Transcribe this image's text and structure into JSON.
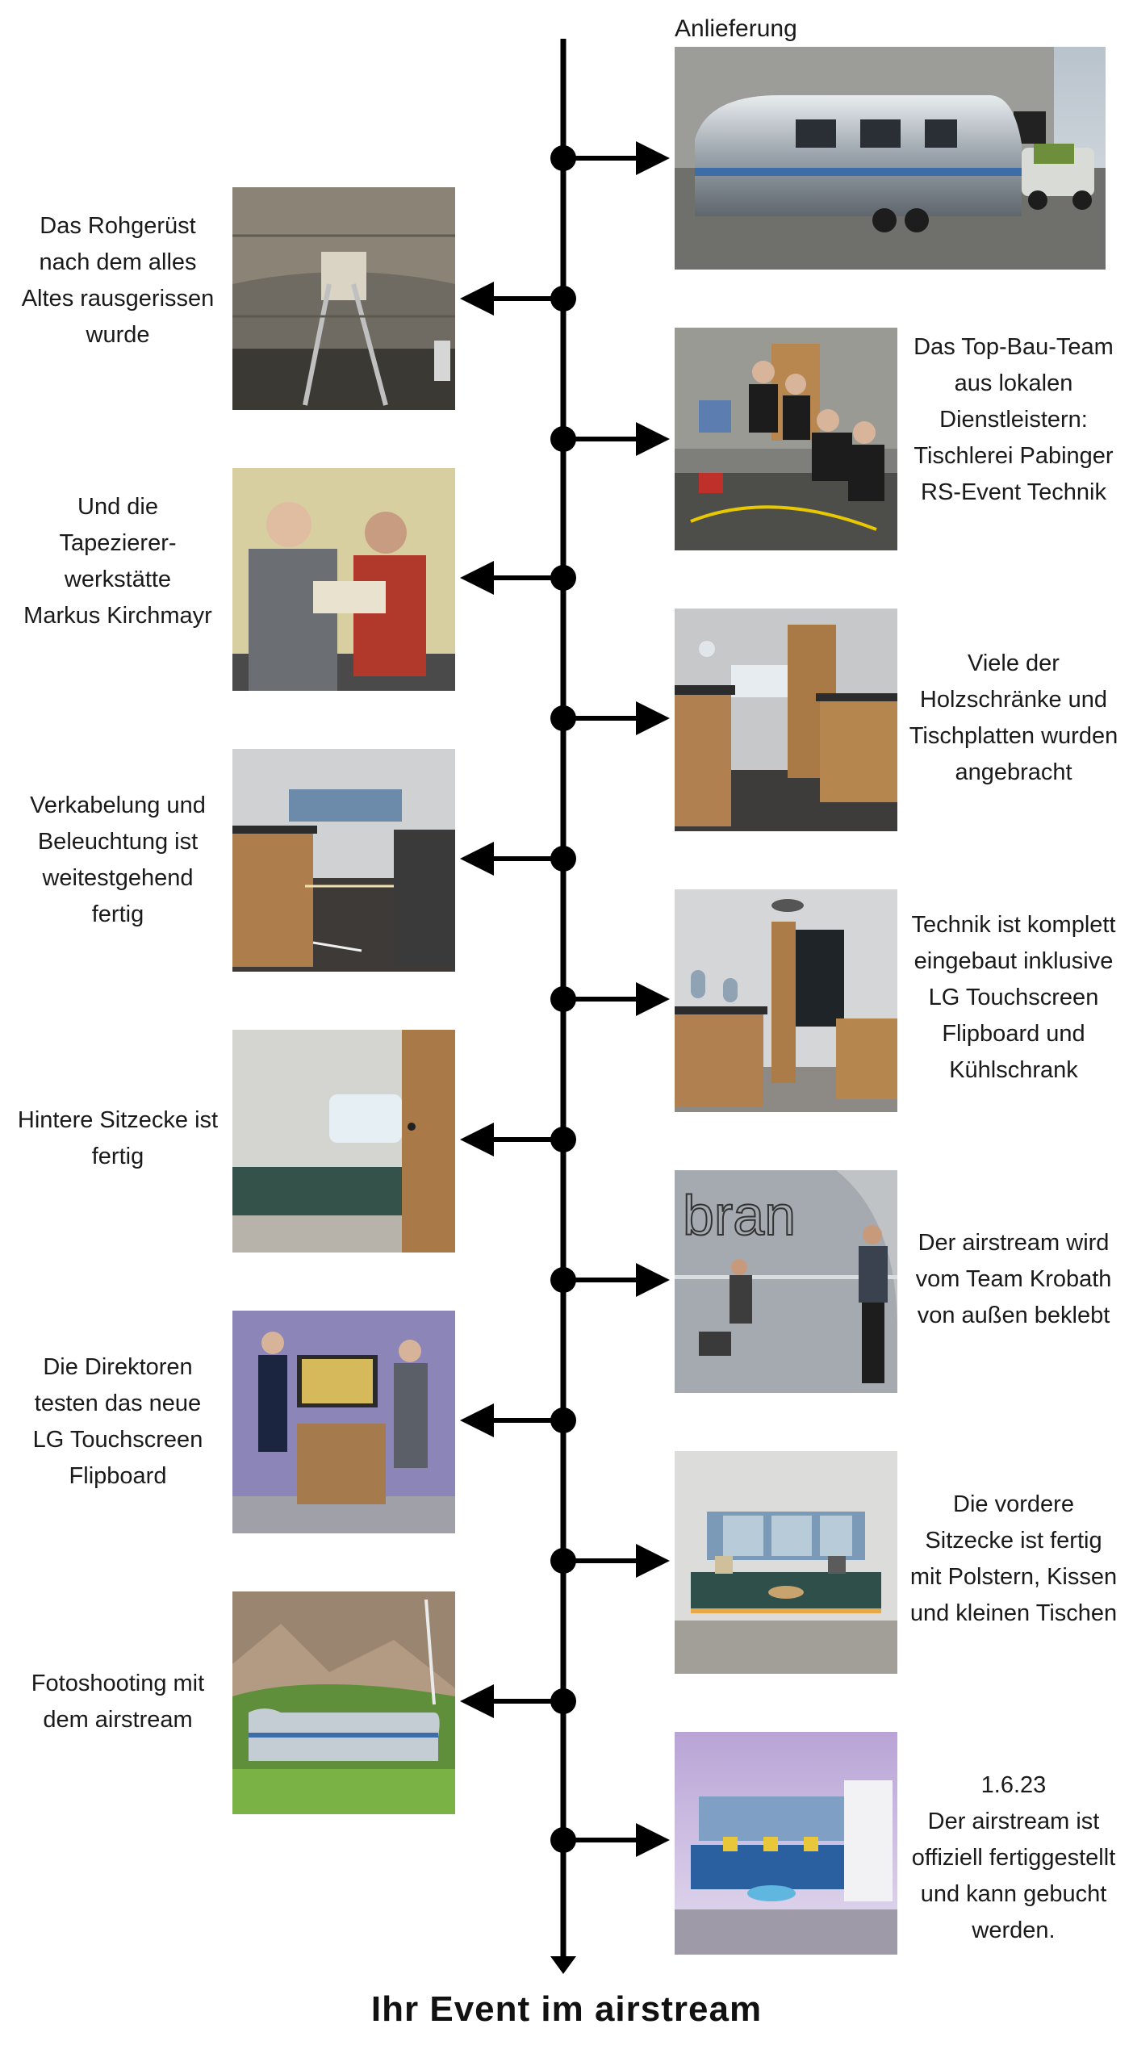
{
  "top_label": "Anlieferung",
  "left_items": [
    {
      "caption": "Das Rohgerüst\nnach dem alles\nAltes rausgerissen\nwurde",
      "photo": "airstream-shell-interior"
    },
    {
      "caption": "Und die\nTapezierer-\nwerkstätte\nMarkus Kirchmayr",
      "photo": "upholsterers-workshop"
    },
    {
      "caption": "Verkabelung und\nBeleuchtung ist\nweitestgehend\nfertig",
      "photo": "wiring-lighting-interior"
    },
    {
      "caption": "Hintere Sitzecke ist\nfertig",
      "photo": "rear-seating-area"
    },
    {
      "caption": "Die Direktoren\ntesten das neue\nLG Touchscreen\nFlipboard",
      "photo": "directors-with-touchscreen"
    },
    {
      "caption": "Fotoshooting mit\ndem airstream",
      "photo": "airstream-photoshoot-outdoor"
    }
  ],
  "right_items": [
    {
      "caption": "",
      "photo": "airstream-delivery"
    },
    {
      "caption": "Das Top-Bau-Team\naus lokalen\nDienstleistern:\nTischlerei Pabinger\nRS-Event Technik",
      "photo": "build-team"
    },
    {
      "caption": "Viele der\nHolzschränke und\nTischplatten wurden\nangebracht",
      "photo": "wooden-cabinets"
    },
    {
      "caption": "Technik ist komplett\neingebaut inklusive\nLG Touchscreen\nFlipboard und\nKühlschrank",
      "photo": "technology-installed"
    },
    {
      "caption": "Der airstream wird\nvom Team Krobath\nvon außen beklebt",
      "photo": "exterior-wrapping"
    },
    {
      "caption": "Die vordere\nSitzecke  ist fertig\nmit Polstern, Kissen\nund kleinen Tischen",
      "photo": "front-seating-area"
    },
    {
      "caption": "1.6.23\nDer airstream ist\noffiziell fertiggestellt\nund kann gebucht\nwerden.",
      "photo": "finished-interior"
    }
  ],
  "footer": "Ihr Event im airstream",
  "colors": {
    "line": "#000000",
    "text": "#1a1a1a",
    "background": "#ffffff"
  }
}
